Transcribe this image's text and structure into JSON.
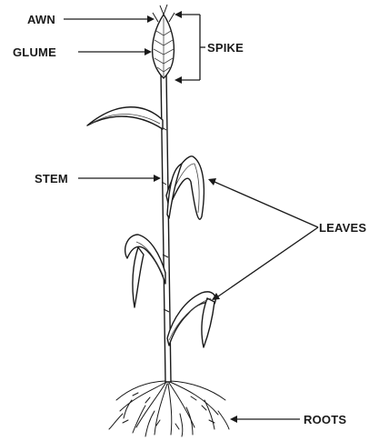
{
  "labels": {
    "awn": "AWN",
    "glume": "GLUME",
    "spike": "SPIKE",
    "stem": "STEM",
    "leaves": "LEAVES",
    "roots": "ROOTS"
  },
  "colors": {
    "ink": "#1a1a1a",
    "background": "#ffffff"
  }
}
